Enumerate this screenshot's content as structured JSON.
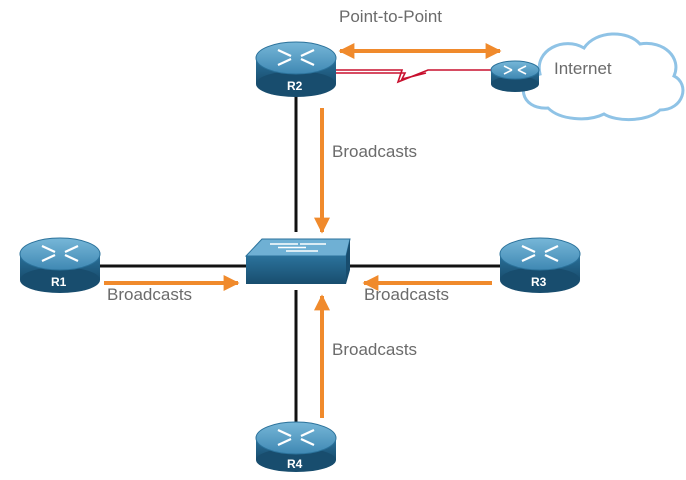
{
  "diagram": {
    "title": "Point-to-Point",
    "internet_label": "Internet",
    "broadcast_label": "Broadcasts",
    "routers": [
      {
        "id": "R2",
        "label": "R2"
      },
      {
        "id": "R1",
        "label": "R1"
      },
      {
        "id": "R3",
        "label": "R3"
      },
      {
        "id": "R4",
        "label": "R4"
      }
    ],
    "colors": {
      "link": "#111111",
      "arrow": "#f08a2c",
      "serial": "#c8102e",
      "device_top": "#5fa3c8",
      "device_body": "#1f5f86",
      "cloud_edge": "#8fc3e6"
    }
  }
}
